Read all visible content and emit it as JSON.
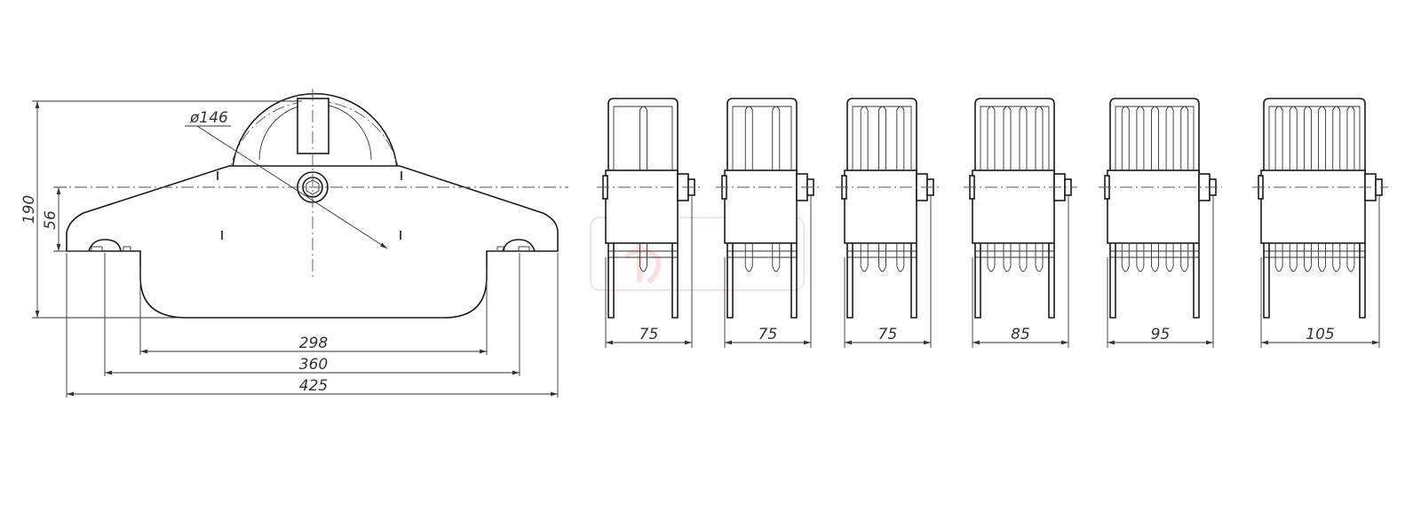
{
  "front_view": {
    "diameter_label": "ø146",
    "height_label": "190",
    "axle_height_label": "56",
    "width_labels": [
      "298",
      "360",
      "425"
    ]
  },
  "side_views": [
    {
      "width_label": "75",
      "rollers": 1
    },
    {
      "width_label": "75",
      "rollers": 2
    },
    {
      "width_label": "75",
      "rollers": 3
    },
    {
      "width_label": "85",
      "rollers": 4
    },
    {
      "width_label": "95",
      "rollers": 5
    },
    {
      "width_label": "105",
      "rollers": 6
    }
  ],
  "colors": {
    "line": "#1a1a1a",
    "watermark": "#d64545"
  }
}
